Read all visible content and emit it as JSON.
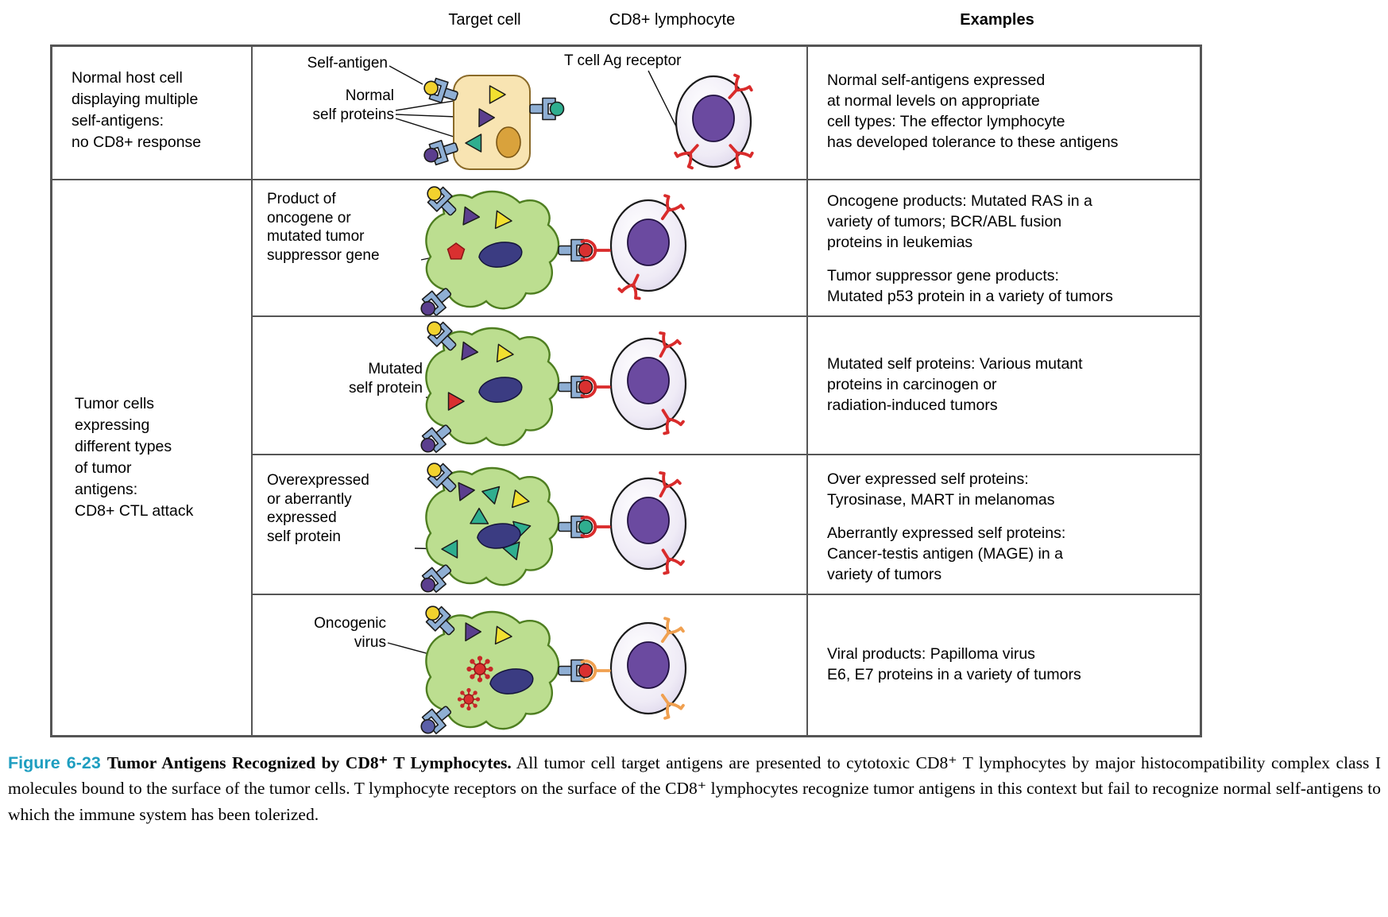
{
  "header": {
    "target_cell": "Target cell",
    "lymphocyte": "CD8+ lymphocyte",
    "examples": "Examples"
  },
  "left_column": {
    "row1": "Normal host cell\ndisplaying multiple\nself-antigens:\nno CD8+ response",
    "rows2_5": "Tumor cells\nexpressing\ndifferent types\nof tumor\nantigens:\nCD8+ CTL attack"
  },
  "diagram_labels": {
    "row1": {
      "self_antigen": "Self-antigen",
      "normal_self_proteins": "Normal\nself proteins",
      "t_cell_ag_receptor": "T cell Ag receptor"
    },
    "row2": "Product of\noncogene or\nmutated tumor\nsuppressor gene",
    "row3": "Mutated\nself protein",
    "row4": "Overexpressed\nor aberrantly\nexpressed\nself protein",
    "row5": "Oncogenic\nvirus"
  },
  "examples": {
    "row1": [
      "Normal self-antigens expressed\nat normal levels on appropriate\ncell types: The effector lymphocyte\nhas developed tolerance to these antigens"
    ],
    "row2": [
      "Oncogene products: Mutated RAS in a\nvariety of tumors; BCR/ABL fusion\nproteins in leukemias",
      "Tumor suppressor gene products:\nMutated p53 protein in a variety of tumors"
    ],
    "row3": [
      "Mutated self proteins: Various mutant\nproteins in carcinogen or\nradiation-induced tumors"
    ],
    "row4": [
      "Over expressed self proteins:\nTyrosinase, MART in melanomas",
      "Aberrantly expressed self proteins:\nCancer-testis antigen (MAGE) in a\nvariety of tumors"
    ],
    "row5": [
      "Viral products: Papilloma virus\nE6, E7 proteins in a variety of tumors"
    ]
  },
  "caption": {
    "figure_label": "Figure 6-23",
    "title": "Tumor Antigens Recognized by CD8⁺ T Lymphocytes.",
    "body": "All tumor cell target antigens are presented to cytotoxic CD8⁺ T lymphocytes by major histocompatibility complex class I molecules bound to the surface of the tumor cells. T lymphocyte receptors on the surface of the CD8⁺ lymphocytes recognize tumor antigens in this context but fail to recognize normal self-antigens to which the immune system has been tolerized."
  },
  "colors": {
    "figure_label_teal": "#1E9EC0",
    "tumor_cell_fill": "#BCDE90",
    "normal_cell_fill": "#F8E4B2",
    "lymphocyte_nucleus": "#6B4AA0",
    "tcr_red": "#D92B2B",
    "tcr_orange": "#F0A050",
    "mhc_blue": "#8FAFD4",
    "table_line": "#555555"
  }
}
